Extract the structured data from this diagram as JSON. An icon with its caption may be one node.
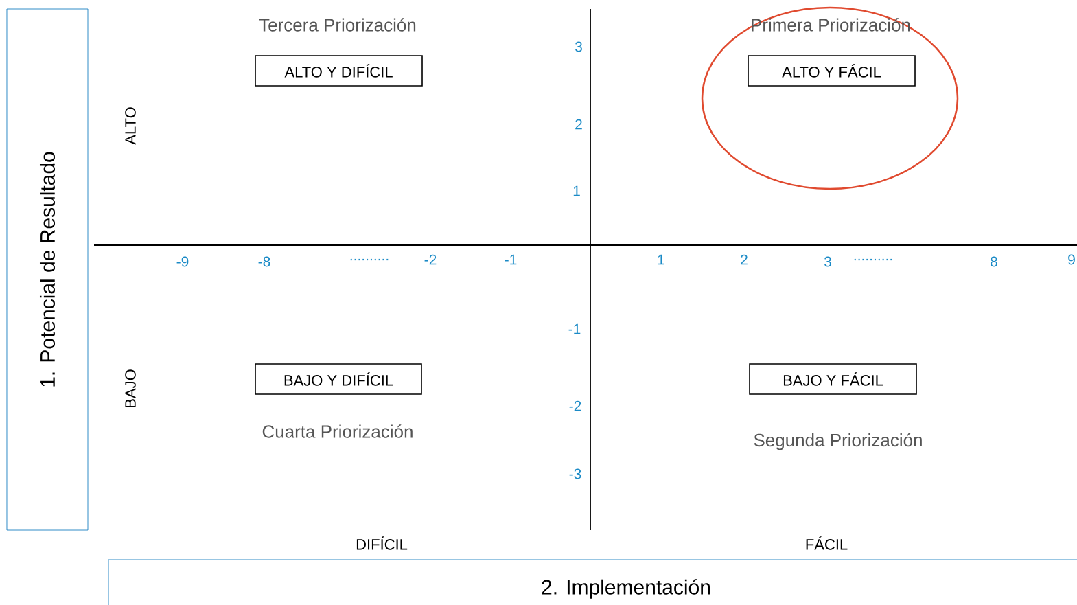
{
  "diagram": {
    "nodes": [
      {
        "text": [
          "1. Potencial de Resultado"
        ]
      },
      {
        "text": [
          "2. Implementación"
        ]
      },
      {
        "text": [
          "ALTO Y DIFÍCIL"
        ],
        "beside": [
          "Tercera Priorización"
        ]
      },
      {
        "text": [
          "ALTO Y FÁCIL"
        ],
        "beside": [
          "Primera Priorización"
        ]
      },
      {
        "text": [
          "BAJO Y DIFÍCIL"
        ],
        "beside": [
          "Cuarta Priorización"
        ]
      },
      {
        "text": [
          "BAJO Y FÁCIL"
        ],
        "beside": [
          "Segunda Priorización"
        ]
      }
    ],
    "labels": [
      "ALTO",
      "BAJO",
      "DIFÍCIL",
      "FÁCIL",
      "3",
      "2",
      "1",
      "-1",
      "-2",
      "-3",
      "-9",
      "-8",
      "..........",
      "-2",
      "-1",
      "1",
      "2",
      "3",
      "..........",
      "8",
      "9"
    ]
  }
}
